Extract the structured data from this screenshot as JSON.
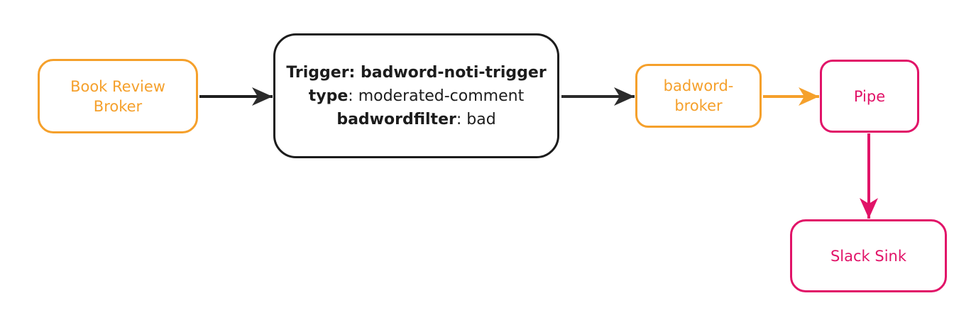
{
  "diagram": {
    "background": "#ffffff",
    "colors": {
      "orange": "#F5A02B",
      "pink": "#E11368",
      "black": "#1C1C1C"
    },
    "nodes": {
      "book_review_broker": {
        "lines": [
          "Book Review",
          "Broker"
        ],
        "color": "#F5A02B"
      },
      "trigger_box": {
        "line1": "Trigger: badword-noti-trigger",
        "line2_key": "type",
        "line2_value": ": moderated-comment",
        "line3_key": "badwordfilter",
        "line3_value": ": bad",
        "color": "#1C1C1C"
      },
      "badword_broker": {
        "lines": [
          "badword-",
          "broker"
        ],
        "color": "#F5A02B"
      },
      "pipe": {
        "label": "Pipe",
        "color": "#E11368"
      },
      "slack_sink": {
        "label": "Slack Sink",
        "color": "#E11368"
      }
    },
    "edges": [
      {
        "from": "book_review_broker",
        "to": "trigger_box",
        "color": "#1C1C1C"
      },
      {
        "from": "trigger_box",
        "to": "badword_broker",
        "color": "#1C1C1C"
      },
      {
        "from": "badword_broker",
        "to": "pipe",
        "color": "#F5A02B"
      },
      {
        "from": "pipe",
        "to": "slack_sink",
        "color": "#E11368"
      }
    ]
  }
}
